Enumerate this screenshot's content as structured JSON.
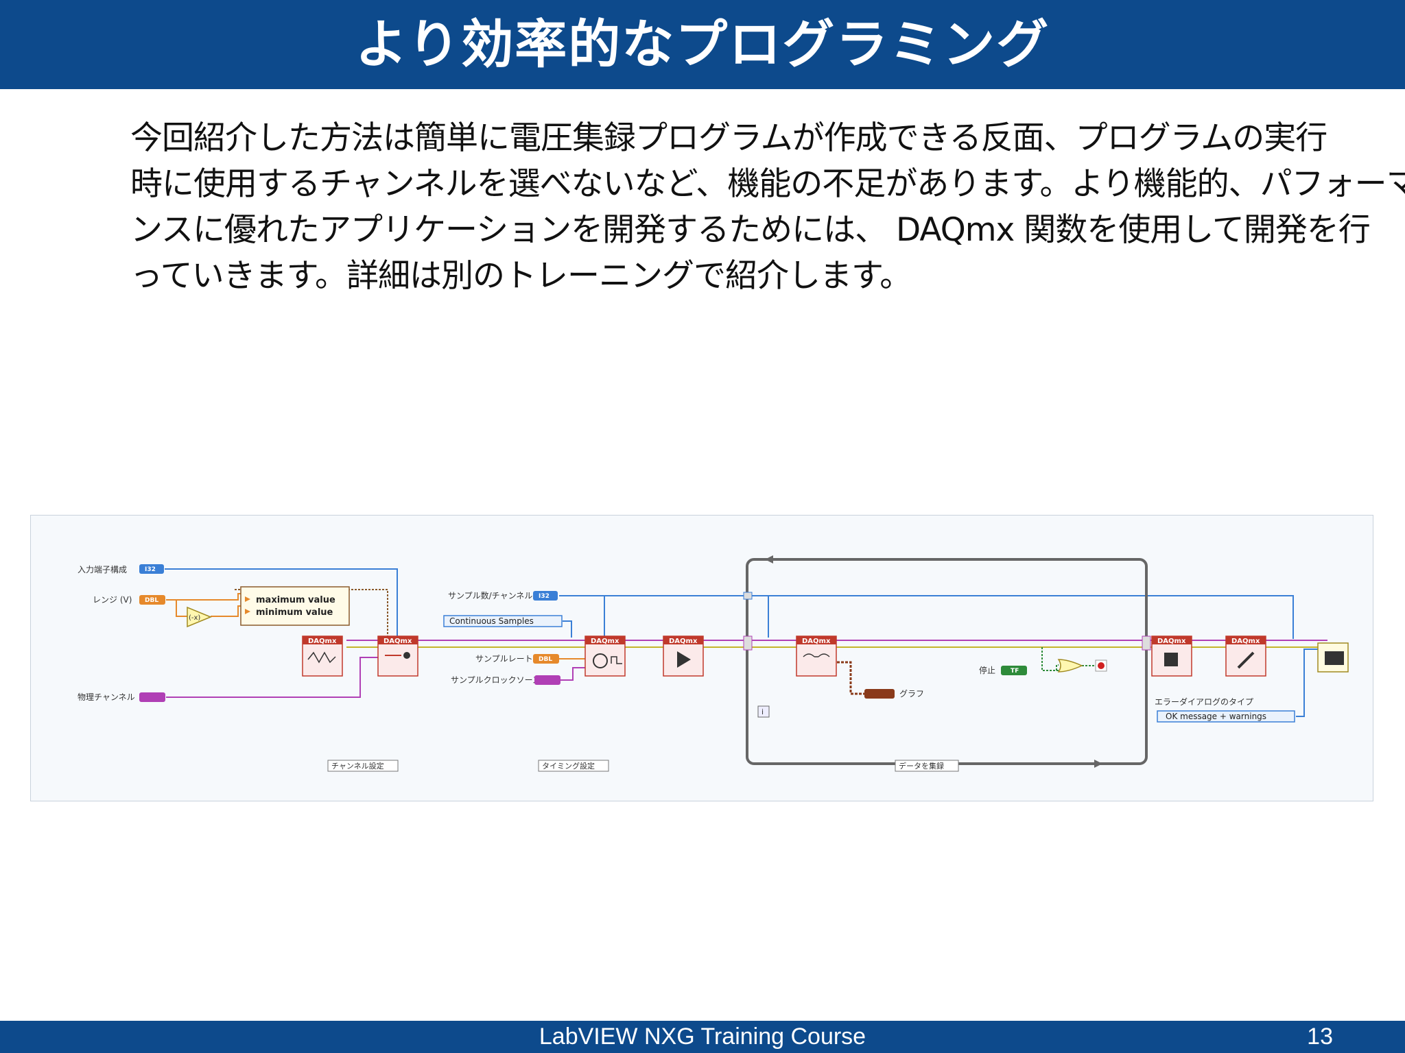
{
  "slide": {
    "title": "より効率的なプログラミング",
    "body_lines": [
      "今回紹介した方法は簡単に電圧集録プログラムが作成できる反面、プログラムの実行",
      "時に使用するチャンネルを選べないなど、機能の不足があります。より機能的、パフォーマ",
      "ンスに優れたアプリケーションを開発するためには、 DAQmx 関数を使用して開発を行",
      "っていきます。詳細は別のトレーニングで紹介します。"
    ],
    "footer_title": "LabVIEW NXG Training Course",
    "page_number": "13"
  },
  "diagram": {
    "controls": {
      "input_terminal": "入力端子構成",
      "range": "レンジ (V)",
      "physical_channel": "物理チャンネル",
      "samples_per_channel": "サンプル数/チャンネル",
      "continuous": "Continuous Samples",
      "sample_rate": "サンプルレート",
      "sample_clock_source": "サンプルクロックソース",
      "stop": "停止",
      "graph": "グラフ",
      "error_dialog_type": "エラーダイアログのタイプ",
      "error_dialog_value": "OK message + warnings"
    },
    "cluster": {
      "max": "maximum value",
      "min": "minimum value"
    },
    "type_tags": {
      "i32": "I32",
      "dbl": "DBL",
      "tf": "TF",
      "negate": "(-x)",
      "loop_index": "i"
    },
    "node_label": "DAQmx",
    "section_labels": {
      "channel": "チャンネル設定",
      "timing": "タイミング設定",
      "acquire": "データを集録"
    },
    "colors": {
      "title_bar": "#0d4a8c",
      "daqmx_node": "#c0392b",
      "wire_int": "#3a7fd6",
      "wire_dbl": "#e6892b",
      "wire_task": "#b03fb5",
      "wire_bool": "#2e8b3a",
      "wire_error": "#c5b42a"
    }
  }
}
